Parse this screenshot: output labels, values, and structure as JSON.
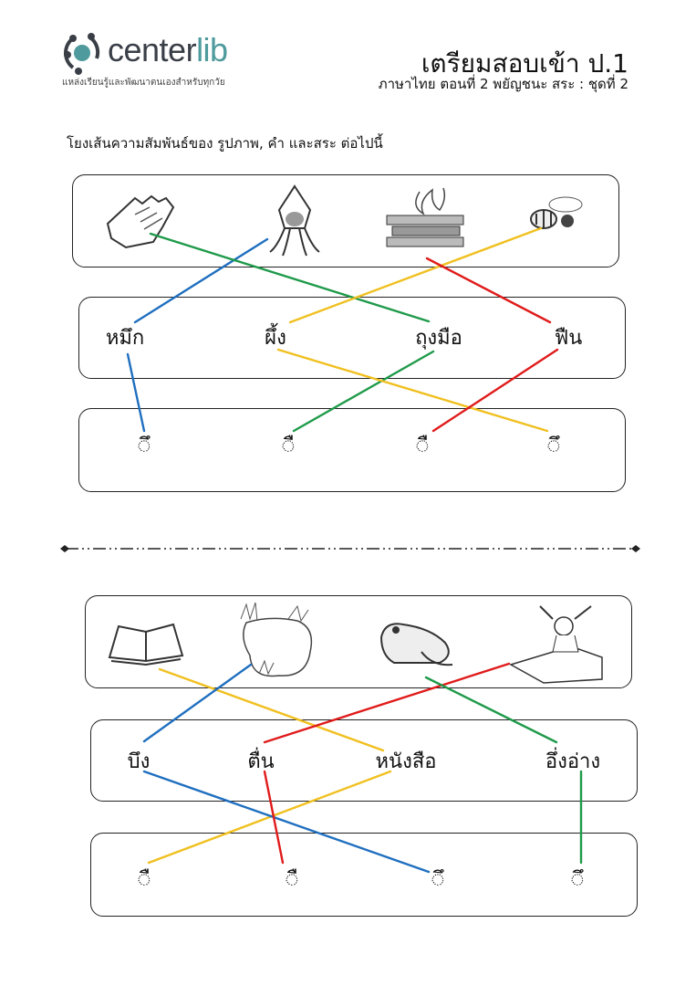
{
  "header": {
    "logo": "centerlib",
    "logo_prefix": "center",
    "logo_suffix": "lib",
    "tagline": "แหล่งเรียนรู้และพัฒนาตนเองสำหรับทุกวัย",
    "title": "เตรียมสอบเข้า ป.1",
    "subtitle": "ภาษาไทย ตอนที่ 2 พยัญชนะ สระ : ชุดที่ 2"
  },
  "instruction": "โยงเส้นความสัมพันธ์ของ รูปภาพ, คำ และสระ ต่อไปนี้",
  "colors": {
    "blue": "#1f6fbf",
    "green": "#1f9a4a",
    "yellow": "#f0c020",
    "red": "#e01b1b"
  },
  "exercise1": {
    "pictures": [
      "glove",
      "squid",
      "firewood",
      "bee"
    ],
    "words": [
      "หมึก",
      "ผึ้ง",
      "ถุงมือ",
      "ฟืน"
    ],
    "vowels": [
      "◌ึ",
      "◌ื",
      "◌ื",
      "◌ึ"
    ]
  },
  "exercise2": {
    "pictures": [
      "book",
      "pond",
      "frog",
      "waking-person"
    ],
    "words": [
      "บึง",
      "ตื่น",
      "หนังสือ",
      "อึ่งอ่าง"
    ],
    "vowels": [
      "◌ื",
      "◌ื",
      "◌ึ",
      "◌ึ"
    ]
  }
}
